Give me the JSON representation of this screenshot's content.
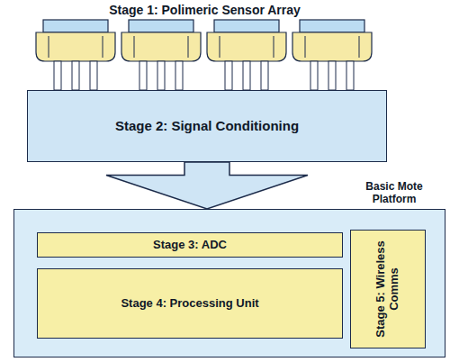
{
  "diagram": {
    "title": "Stage 1: Polimeric Sensor Array",
    "nodes": [
      {
        "text": [
          "Stage 2: Signal Conditioning"
        ]
      },
      {
        "text": [
          "Basic Mote Platform"
        ]
      },
      {
        "text": [
          "Stage 3: ADC"
        ],
        "in": 1
      },
      {
        "text": [
          "Stage 4: Processing Unit"
        ],
        "in": 1
      },
      {
        "text": [
          "Stage 5: Wireless Comms"
        ],
        "in": 1
      }
    ],
    "edges": [
      {
        "from": 0,
        "to": 1,
        "arrow": "to"
      }
    ]
  }
}
